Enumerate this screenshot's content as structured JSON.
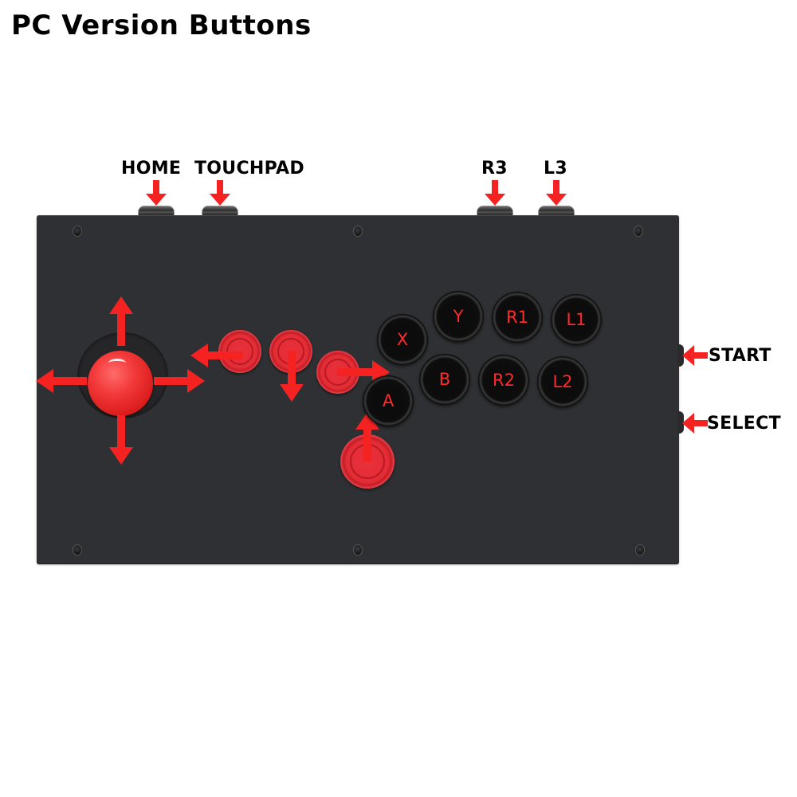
{
  "title": "PC Version Buttons",
  "colors": {
    "accent_red": "#ff2a2a",
    "arrow_red": "#f52222",
    "panel": "#2f3033",
    "text": "#000000"
  },
  "top_labels": {
    "home": "HOME",
    "touchpad": "TOUCHPAD",
    "r3": "R3",
    "l3": "L3"
  },
  "side_labels": {
    "start": "START",
    "select": "SELECT"
  },
  "joystick": {
    "name": "joystick",
    "directions": [
      "up",
      "down",
      "left",
      "right"
    ]
  },
  "direction_buttons": [
    {
      "id": "left",
      "direction": "left"
    },
    {
      "id": "down",
      "direction": "down"
    },
    {
      "id": "right",
      "direction": "right"
    },
    {
      "id": "up",
      "direction": "up"
    }
  ],
  "face_buttons": [
    {
      "id": "x",
      "label": "X"
    },
    {
      "id": "y",
      "label": "Y"
    },
    {
      "id": "r1",
      "label": "R1"
    },
    {
      "id": "l1",
      "label": "L1"
    },
    {
      "id": "a",
      "label": "A"
    },
    {
      "id": "b",
      "label": "B"
    },
    {
      "id": "r2",
      "label": "R2"
    },
    {
      "id": "l2",
      "label": "L2"
    }
  ]
}
